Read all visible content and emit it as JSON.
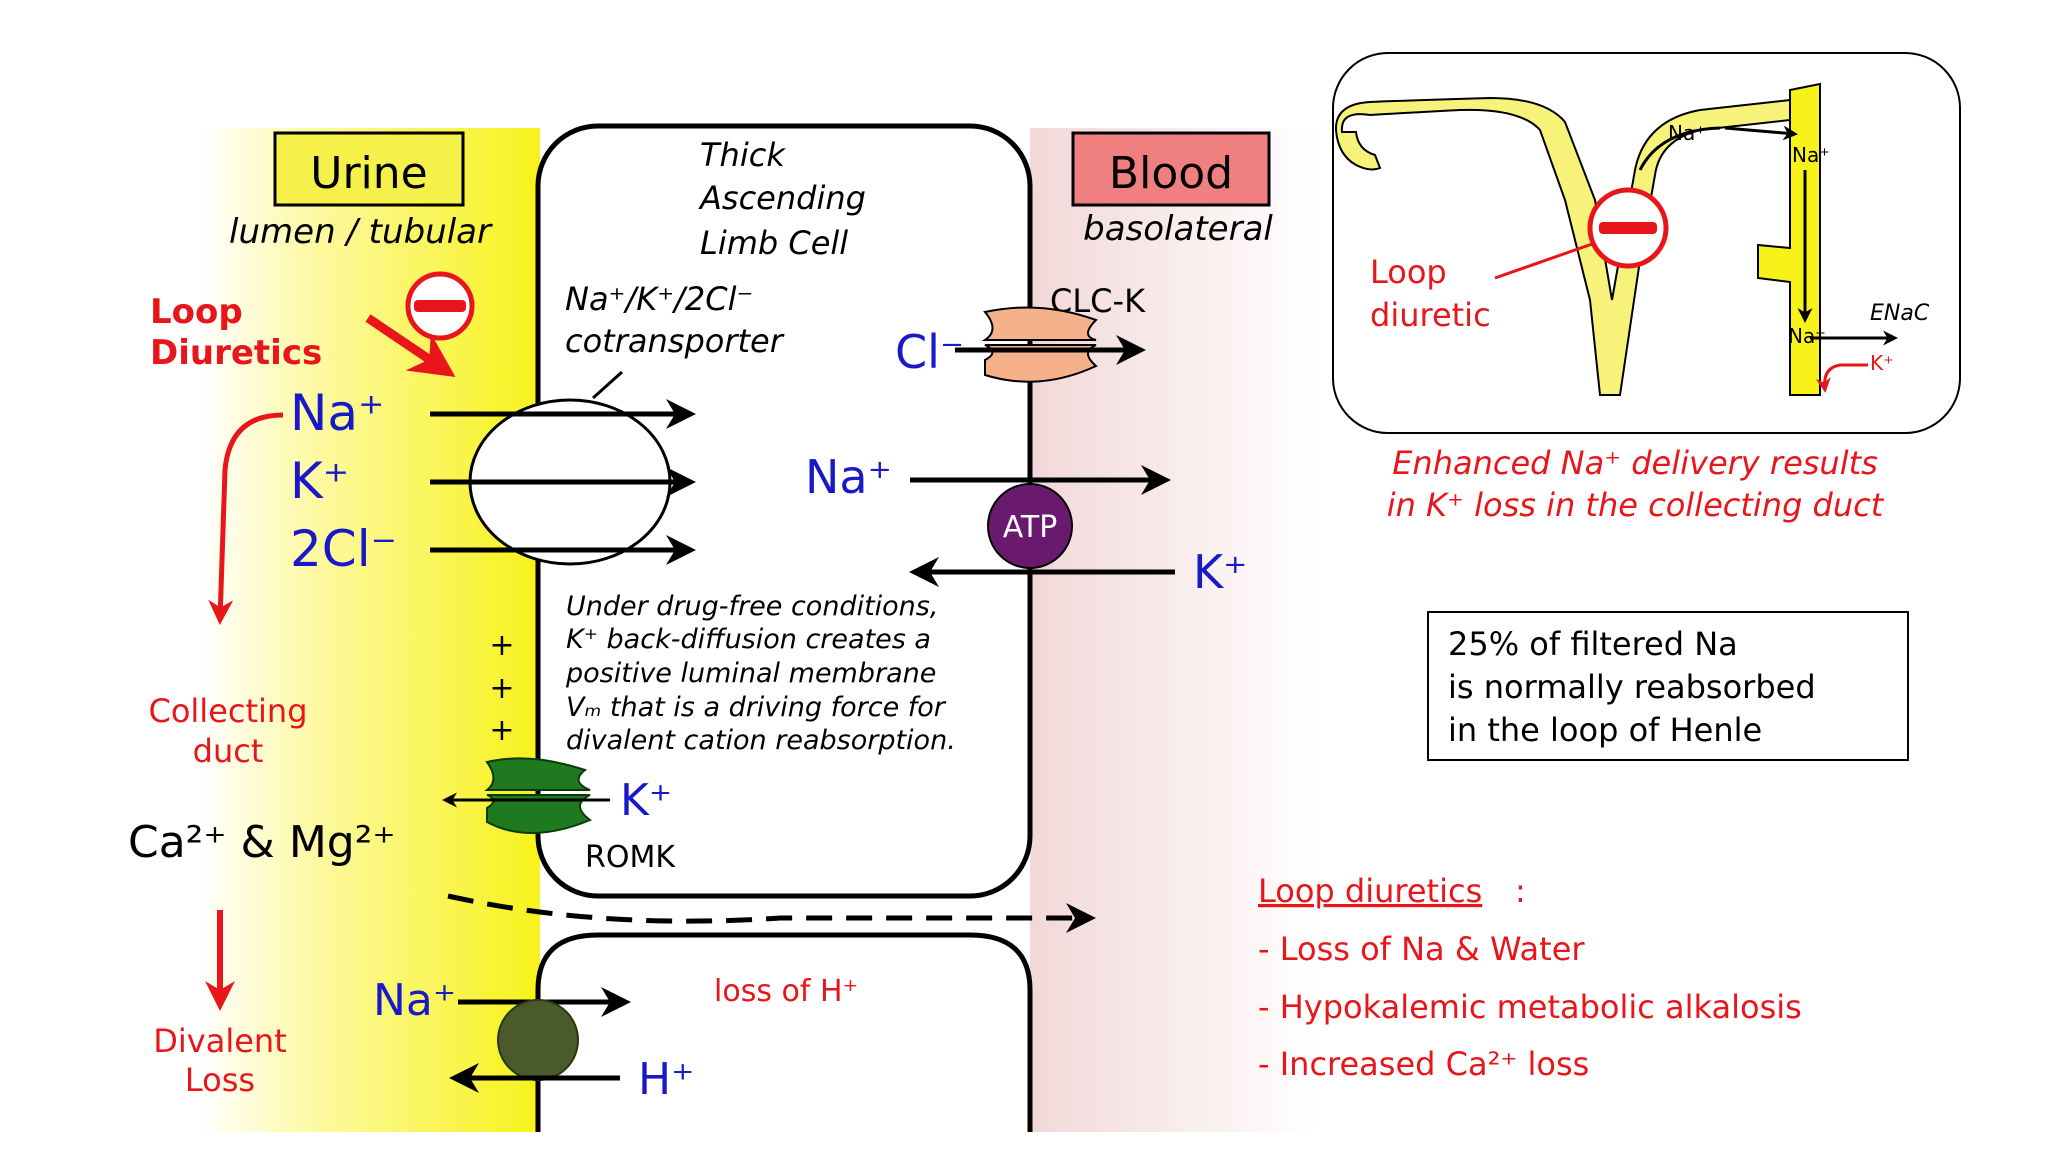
{
  "urine": {
    "title": "Urine",
    "subtitle": "lumen / tubular",
    "box_color": "#f5f04a"
  },
  "blood": {
    "title": "Blood",
    "subtitle": "basolateral",
    "box_color": "#f08080"
  },
  "cell": {
    "label_line1": "Thick",
    "label_line2": "Ascending",
    "label_line3": "Limb Cell"
  },
  "cotransporter": {
    "label_line1": "Na⁺/K⁺/2Cl⁻",
    "label_line2": "cotransporter"
  },
  "loop_diuretics": {
    "label_line1": "Loop",
    "label_line2": "Diuretics"
  },
  "ions": {
    "na_lumen": "Na⁺",
    "k_lumen": "K⁺",
    "cl_lumen": "2Cl⁻",
    "cl_basolateral": "Cl⁻",
    "na_basolateral": "Na⁺",
    "k_basolateral": "K⁺",
    "k_romk": "K⁺",
    "na_lower": "Na⁺",
    "h_lower": "H⁺"
  },
  "channels": {
    "clck": "CLC-K",
    "atp": "ATP",
    "romk": "ROMK",
    "plus_signs": [
      "+",
      "+",
      "+"
    ]
  },
  "drug_free_note": {
    "line1": "Under drug-free conditions,",
    "line2": "K⁺ back-diffusion creates a",
    "line3": "positive luminal membrane",
    "line4": "Vₘ that is a driving force for",
    "line5": "divalent cation reabsorption."
  },
  "collecting_duct": {
    "line1": "Collecting",
    "line2": "duct"
  },
  "divalent": {
    "cations": "Ca²⁺ & Mg²⁺",
    "loss_line1": "Divalent",
    "loss_line2": "Loss"
  },
  "loss_of_h": "loss of H⁺",
  "inset": {
    "na1": "Na⁺",
    "na2": "Na⁺",
    "na3": "Na⁺",
    "k": "K⁺",
    "enac": "ENaC",
    "loop_label_line1": "Loop",
    "loop_label_line2": "diuretic"
  },
  "enhanced_note": {
    "line1": "Enhanced Na⁺ delivery results",
    "line2": "in K⁺ loss in the collecting duct"
  },
  "filtered_box": {
    "line1": "25% of filtered Na",
    "line2": "is normally reabsorbed",
    "line3": "in the loop of Henle"
  },
  "effects": {
    "heading": "Loop diuretics",
    "heading_colon": ":",
    "items": [
      "- Loss of Na & Water",
      "- Hypokalemic metabolic alkalosis",
      "- Increased Ca²⁺ loss"
    ]
  },
  "colors": {
    "red": "#e8151b",
    "blue": "#1919c8",
    "atp": "#6a1a6e",
    "romk": "#1f7a1f",
    "clck": "#f5b28a",
    "exchanger": "#4a5a2a"
  }
}
